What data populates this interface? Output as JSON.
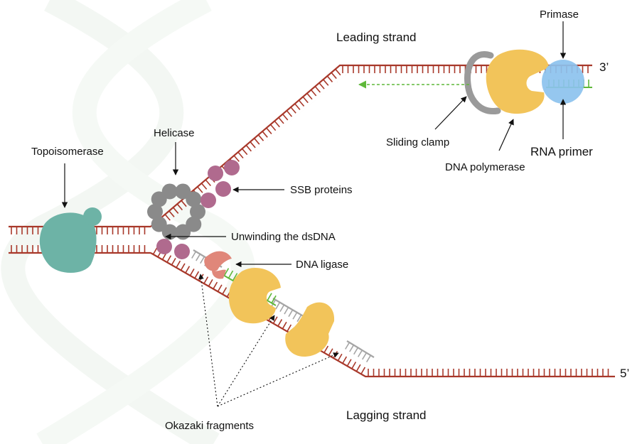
{
  "labels": {
    "leading_strand": "Leading strand",
    "lagging_strand": "Lagging strand",
    "primase": "Primase",
    "three_prime": "3’",
    "five_prime": "5’",
    "sliding_clamp": "Sliding clamp",
    "rna_primer": "RNA primer",
    "dna_polymerase": "DNA polymerase",
    "topoisomerase": "Topoisomerase",
    "helicase": "Helicase",
    "ssb_proteins": "SSB proteins",
    "unwinding": "Unwinding the dsDNA",
    "dna_ligase": "DNA ligase",
    "okazaki": "Okazaki fragments"
  },
  "colors": {
    "strand": "#a8382a",
    "new_strand": "#5fb83a",
    "fragment": "#a5a5a5",
    "topoisomerase": "#6db3a6",
    "helicase": "#8a8a8a",
    "ssb": "#b06a8e",
    "polymerase": "#f2c45a",
    "primase": "#8cc2ee",
    "clamp": "#9a9a9a",
    "ligase": "#e0877a",
    "watermark": "#eef4ee"
  }
}
